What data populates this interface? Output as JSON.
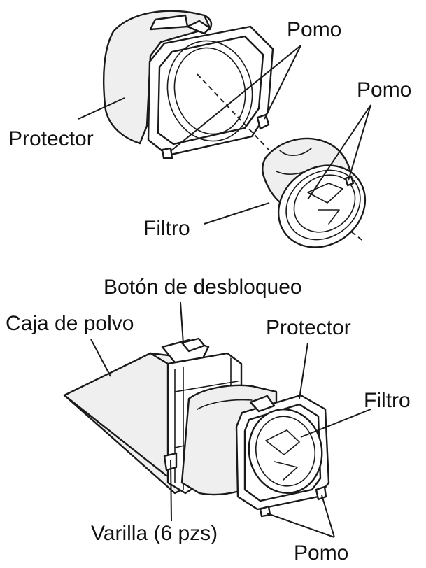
{
  "top_figure": {
    "labels": {
      "pomo_a": "Pomo",
      "pomo_b": "Pomo",
      "protector": "Protector",
      "filtro": "Filtro"
    }
  },
  "bottom_figure": {
    "labels": {
      "boton": "Botón de desbloqueo",
      "caja": "Caja de polvo",
      "protector": "Protector",
      "filtro": "Filtro",
      "varilla": "Varilla (6 pzs)",
      "pomo": "Pomo"
    }
  }
}
